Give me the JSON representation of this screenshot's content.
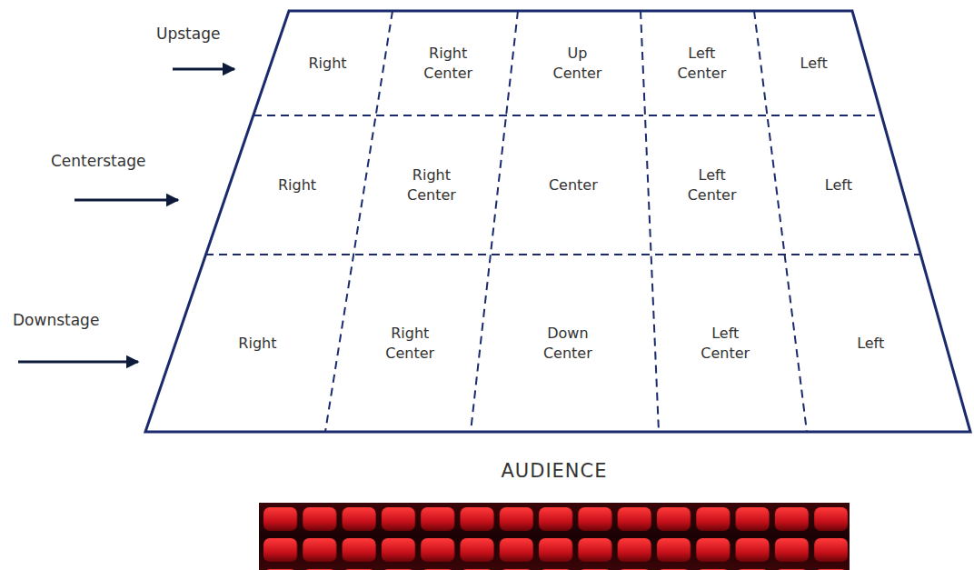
{
  "diagram": {
    "nodes": [
      {
        "text": [
          "Right"
        ]
      },
      {
        "text": [
          "Right Center"
        ]
      },
      {
        "text": [
          "Up Center"
        ]
      },
      {
        "text": [
          "Left Center"
        ]
      },
      {
        "text": [
          "Left"
        ]
      },
      {
        "text": [
          "Right"
        ]
      },
      {
        "text": [
          "Right Center"
        ]
      },
      {
        "text": [
          "Center"
        ]
      },
      {
        "text": [
          "Left Center"
        ]
      },
      {
        "text": [
          "Left"
        ]
      },
      {
        "text": [
          "Right"
        ]
      },
      {
        "text": [
          "Right Center"
        ]
      },
      {
        "text": [
          "Down Center"
        ]
      },
      {
        "text": [
          "Left Center"
        ]
      },
      {
        "text": [
          "Left"
        ]
      }
    ],
    "labels": [
      "Upstage",
      "Centerstage",
      "Downstage",
      "AUDIENCE"
    ]
  }
}
